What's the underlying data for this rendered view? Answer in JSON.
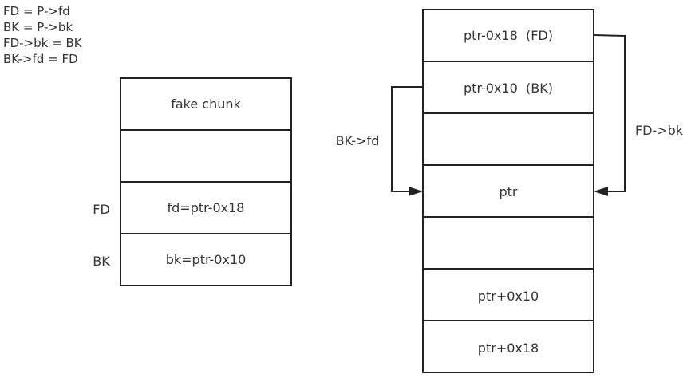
{
  "notes": [
    "FD = P->fd",
    "BK = P->bk",
    "FD->bk = BK",
    "BK->fd = FD"
  ],
  "fake_chunk": {
    "cells": [
      "fake chunk",
      "",
      "fd=ptr-0x18",
      "bk=ptr-0x10"
    ],
    "side_labels": {
      "fd": "FD",
      "bk": "BK"
    }
  },
  "memory": {
    "cells": [
      "ptr-0x18  (FD)",
      "ptr-0x10  (BK)",
      "",
      "ptr",
      "",
      "ptr+0x10",
      "ptr+0x18"
    ]
  },
  "arrows": {
    "bk_fd_label": "BK->fd",
    "fd_bk_label": "FD->bk"
  }
}
